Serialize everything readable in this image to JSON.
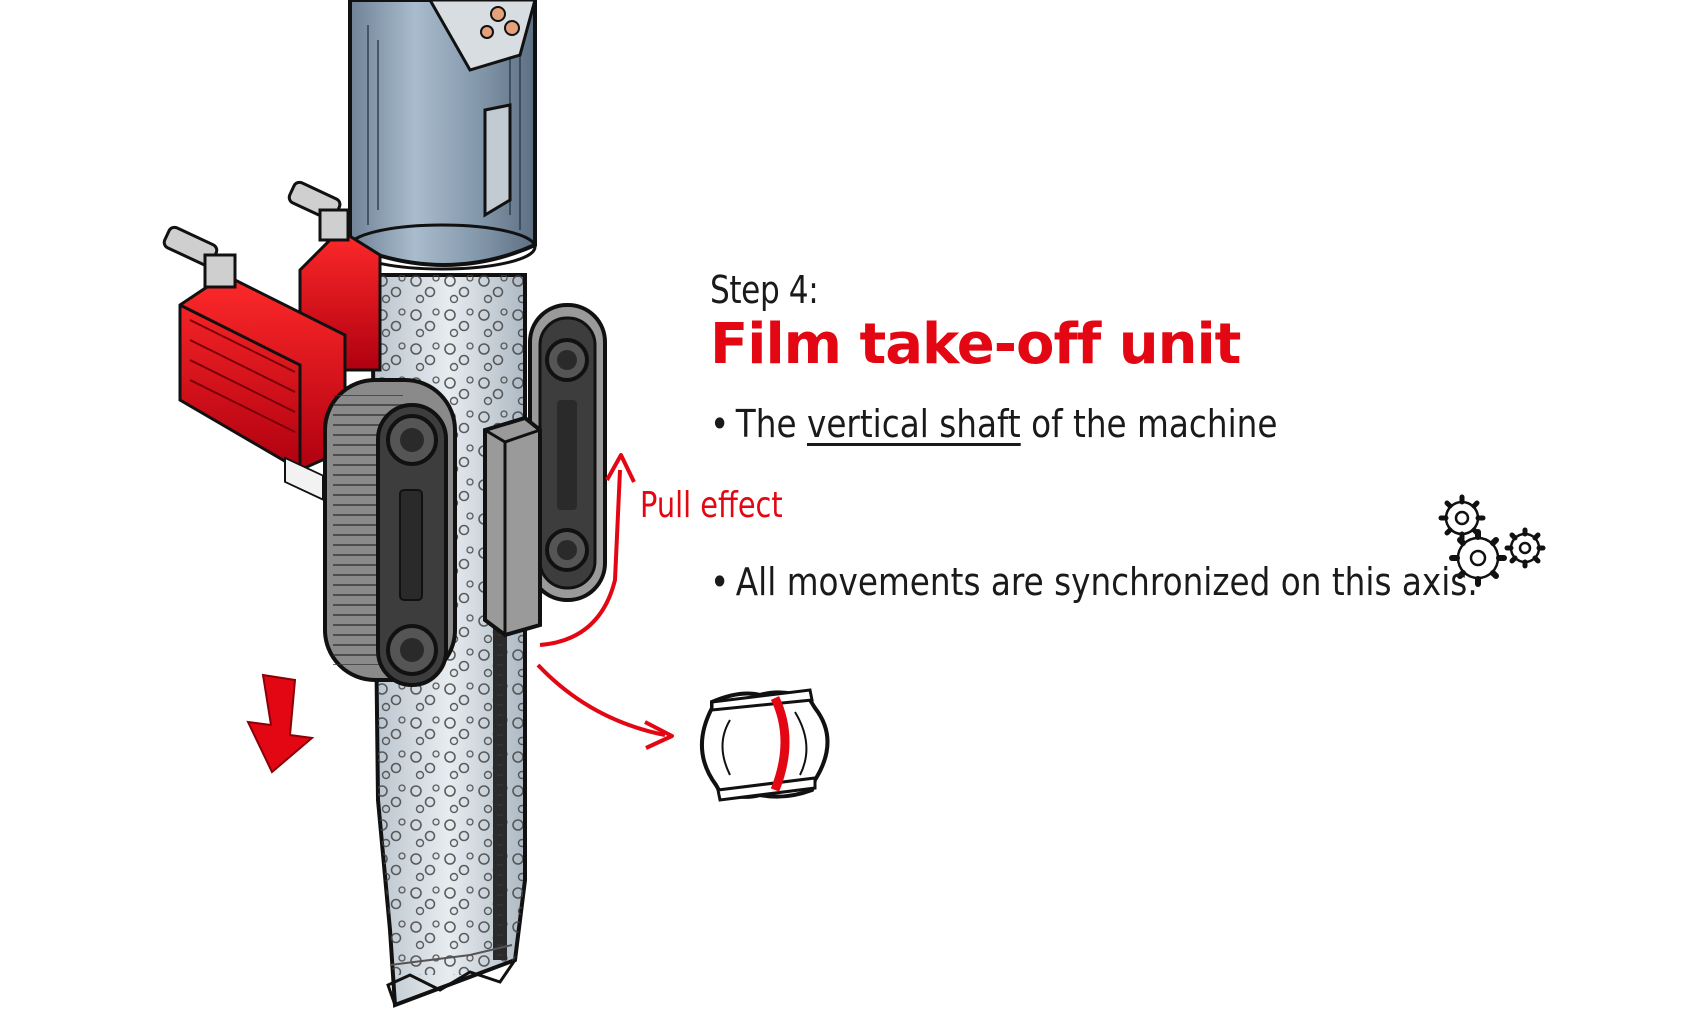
{
  "step": {
    "label": "Step 4:",
    "title": "Film take-off unit"
  },
  "bullets": [
    {
      "dot": "•",
      "prefix": "The ",
      "emphasis": "vertical shaft",
      "suffix": " of the machine"
    },
    {
      "dot": "•",
      "text": "All movements are synchronized on this axis."
    }
  ],
  "annotation": {
    "pull_label": "Pull effect"
  },
  "icons": {
    "down_arrow": "down-arrow-icon",
    "gears": "gears-icon",
    "package": "bag-package-icon",
    "motor": "servo-motor-icon"
  },
  "colors": {
    "accent": "#e30613",
    "tube": "#8fa3b8",
    "belt": "#4a4a4a",
    "text": "#1a1a1a"
  }
}
